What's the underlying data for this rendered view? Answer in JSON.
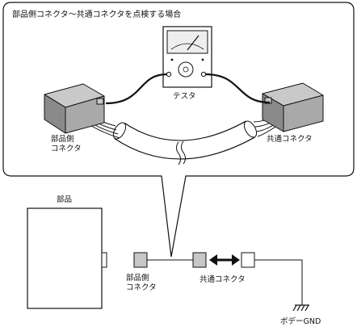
{
  "callout": {
    "title": "部品側コネクタ～共通コネクタを点検する場合"
  },
  "callout_labels": {
    "tester": "テスタ",
    "component_connector_line1": "部品側",
    "component_connector_line2": "コネクタ",
    "common_connector": "共通コネクタ"
  },
  "schematic_labels": {
    "component": "部品",
    "component_connector_line1": "部品側",
    "component_connector_line2": "コネクタ",
    "common_connector": "共通コネクタ",
    "body_ground": "ボデーGND"
  },
  "colors": {
    "line": "#111111",
    "connector_fill": "#c7c7c7",
    "connector_block_light": "#c9c9c9",
    "connector_block_mid": "#a9a9a9",
    "connector_block_dark": "#8a8a8a",
    "meter_face": "#eeeeee"
  }
}
